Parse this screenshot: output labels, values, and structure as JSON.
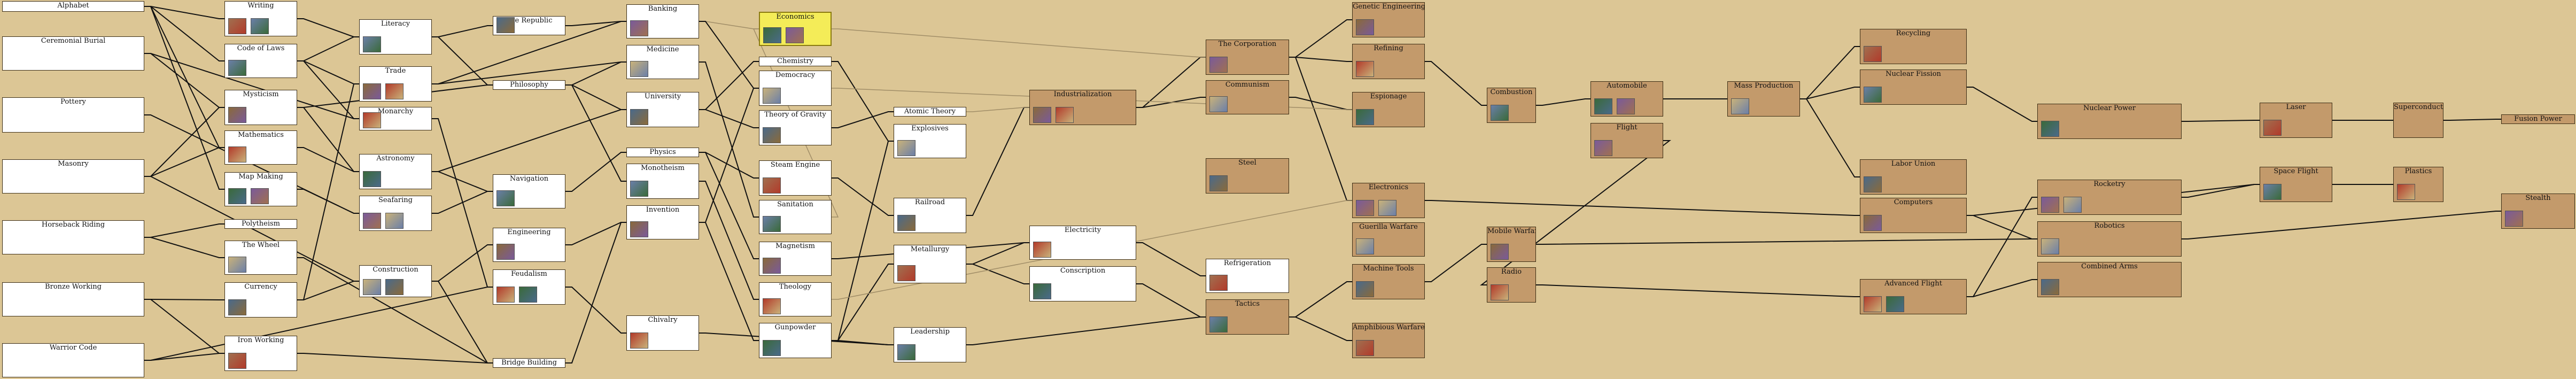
{
  "window": {
    "title": "Science Advisor - Technology Tree"
  },
  "colors": {
    "owned": "#ffffff",
    "unowned": "#c39a6b",
    "selected": "#f4ec58",
    "link_strong": "#111111",
    "link_faint": "#a08d67",
    "background": "#dcc695"
  },
  "techs": {
    "alphabet": "Alphabet",
    "ceremonial_burial": "Ceremonial Burial",
    "pottery": "Pottery",
    "masonry": "Masonry",
    "horseback_riding": "Horseback Riding",
    "bronze_working": "Bronze Working",
    "warrior_code": "Warrior Code",
    "writing": "Writing",
    "code_of_laws": "Code of Laws",
    "mysticism": "Mysticism",
    "mathematics": "Mathematics",
    "map_making": "Map Making",
    "polytheism": "Polytheism",
    "the_wheel": "The Wheel",
    "currency": "Currency",
    "iron_working": "Iron Working",
    "literacy": "Literacy",
    "trade": "Trade",
    "monarchy": "Monarchy",
    "astronomy": "Astronomy",
    "seafaring": "Seafaring",
    "construction": "Construction",
    "the_republic": "The Republic",
    "philosophy": "Philosophy",
    "navigation": "Navigation",
    "engineering": "Engineering",
    "feudalism": "Feudalism",
    "bridge_building": "Bridge Building",
    "banking": "Banking",
    "medicine": "Medicine",
    "university": "University",
    "physics": "Physics",
    "monotheism": "Monotheism",
    "invention": "Invention",
    "chivalry": "Chivalry",
    "economics": "Economics",
    "chemistry": "Chemistry",
    "democracy": "Democracy",
    "theory_of_gravity": "Theory of Gravity",
    "steam_engine": "Steam Engine",
    "sanitation": "Sanitation",
    "magnetism": "Magnetism",
    "theology": "Theology",
    "gunpowder": "Gunpowder",
    "atomic_theory": "Atomic Theory",
    "explosives": "Explosives",
    "railroad": "Railroad",
    "metallurgy": "Metallurgy",
    "leadership": "Leadership",
    "industrialization": "Industrialization",
    "electricity": "Electricity",
    "conscription": "Conscription",
    "the_corporation": "The Corporation",
    "communism": "Communism",
    "steel": "Steel",
    "refrigeration": "Refrigeration",
    "tactics": "Tactics",
    "genetic_engineering": "Genetic Engineering",
    "refining": "Refining",
    "espionage": "Espionage",
    "electronics": "Electronics",
    "guerilla_warfare": "Guerilla Warfare",
    "machine_tools": "Machine Tools",
    "amphibious_warfare": "Amphibious Warfare",
    "combustion": "Combustion",
    "automobile": "Automobile",
    "flight": "Flight",
    "mass_production": "Mass Production",
    "mobile_warfare": "Mobile Warfare",
    "radio": "Radio",
    "recycling": "Recycling",
    "nuclear_fission": "Nuclear Fission",
    "labor_union": "Labor Union",
    "computers": "Computers",
    "advanced_flight": "Advanced Flight",
    "nuclear_power": "Nuclear Power",
    "rocketry": "Rocketry",
    "robotics": "Robotics",
    "combined_arms": "Combined Arms",
    "laser": "Laser",
    "space_flight": "Space Flight",
    "superconductor": "Superconductor",
    "plastics": "Plastics",
    "fusion_power": "Fusion Power",
    "stealth": "Stealth"
  },
  "icons": {
    "writing": [
      "scroll-icon",
      "library-icon"
    ],
    "code_of_laws": [
      "courthouse-icon"
    ],
    "mysticism": [
      "temple-icon"
    ],
    "mathematics": [
      "catapult-icon"
    ],
    "map_making": [
      "trireme-icon",
      "lighthouse-icon"
    ],
    "the_wheel": [
      "chariot-icon"
    ],
    "currency": [
      "market-icon"
    ],
    "iron_working": [
      "legion-icon"
    ],
    "literacy": [
      "great-library-icon"
    ],
    "trade": [
      "caravan-icon",
      "marco-polo-icon"
    ],
    "monarchy": [
      "crown-icon"
    ],
    "astronomy": [
      "observatory-icon"
    ],
    "seafaring": [
      "harbor-icon",
      "explorer-icon"
    ],
    "construction": [
      "colosseum-icon",
      "great-wall-icon"
    ],
    "the_republic": [
      "republic-icon"
    ],
    "navigation": [
      "magellan-icon"
    ],
    "engineering": [
      "king-richards-icon"
    ],
    "feudalism": [
      "pikemen-icon",
      "sun-tzu-icon"
    ],
    "banking": [
      "bank-icon"
    ],
    "medicine": [
      "shakespeare-icon"
    ],
    "university": [
      "university-icon"
    ],
    "monotheism": [
      "michelangelo-icon"
    ],
    "invention": [
      "leonardo-icon"
    ],
    "chivalry": [
      "knights-icon"
    ],
    "economics": [
      "stock-exchange-icon",
      "adam-smith-icon"
    ],
    "democracy": [
      "statue-of-liberty-icon"
    ],
    "theory_of_gravity": [
      "newton-icon"
    ],
    "steam_engine": [
      "ironclad-icon"
    ],
    "sanitation": [
      "sewer-icon"
    ],
    "magnetism": [
      "frigate-icon"
    ],
    "theology": [
      "bach-icon"
    ],
    "gunpowder": [
      "musketeers-icon"
    ],
    "explosives": [
      "engineers-icon"
    ],
    "railroad": [
      "darwin-icon"
    ],
    "metallurgy": [
      "cannon-icon"
    ],
    "leadership": [
      "alpine-troops-icon"
    ],
    "industrialization": [
      "factory-icon",
      "women-suffrage-icon"
    ],
    "electricity": [
      "destroyer-icon"
    ],
    "conscription": [
      "riflemen-icon"
    ],
    "the_corporation": [
      "freight-icon"
    ],
    "communism": [
      "united-nations-icon"
    ],
    "steel": [
      "cruiser-icon"
    ],
    "refrigeration": [
      "supermarket-icon"
    ],
    "tactics": [
      "cavalry-icon"
    ],
    "genetic_engineering": [
      "cure-for-cancer-icon"
    ],
    "refining": [
      "power-plant-icon"
    ],
    "espionage": [
      "spy-icon"
    ],
    "electronics": [
      "hydro-plant-icon",
      "hoover-dam-icon"
    ],
    "guerilla_warfare": [
      "partisan-icon"
    ],
    "machine_tools": [
      "artillery-icon"
    ],
    "amphibious_warfare": [
      "marines-icon"
    ],
    "combustion": [
      "submarine-icon"
    ],
    "automobile": [
      "battleship-icon",
      "super-highway-icon"
    ],
    "flight": [
      "fighter-icon"
    ],
    "mass_production": [
      "mass-transit-icon"
    ],
    "mobile_warfare": [
      "armor-icon"
    ],
    "radio": [
      "airport-icon"
    ],
    "recycling": [
      "recycling-center-icon"
    ],
    "nuclear_fission": [
      "atomic-bomb-icon"
    ],
    "labor_union": [
      "mech-inf-icon"
    ],
    "computers": [
      "seti-icon"
    ],
    "advanced_flight": [
      "carrier-icon",
      "bomber-icon"
    ],
    "nuclear_power": [
      "nuclear-plant-icon"
    ],
    "rocketry": [
      "aegis-cruiser-icon",
      "cruise-missile-icon"
    ],
    "robotics": [
      "howitzer-icon"
    ],
    "combined_arms": [
      "helicopter-icon"
    ],
    "laser": [
      "laser-icon"
    ],
    "space_flight": [
      "apollo-program-icon"
    ],
    "plastics": [
      "offshore-platform-icon"
    ],
    "stealth": [
      "stealth-bomber-icon"
    ]
  }
}
